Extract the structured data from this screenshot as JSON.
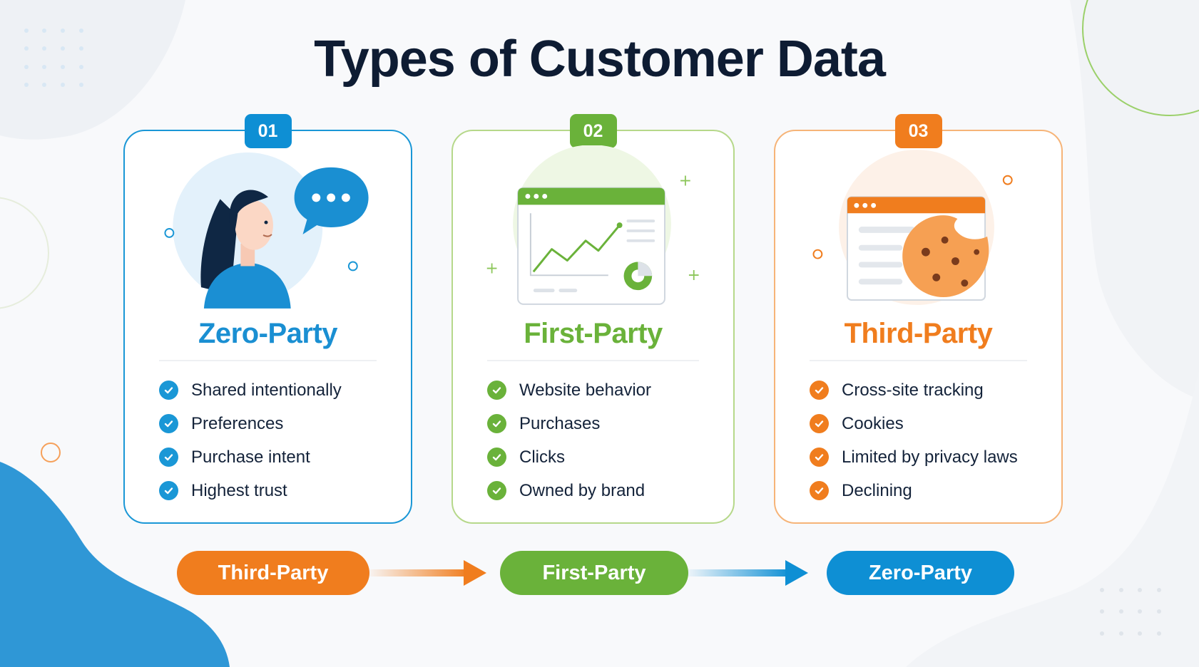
{
  "title": "Types of Customer Data",
  "colors": {
    "blue": "#0e8fd4",
    "green": "#6ab23a",
    "orange": "#f07d1e",
    "title": "#0e1c33"
  },
  "cards": [
    {
      "number": "01",
      "title": "Zero-Party",
      "illustration": "person-speech-bubble-icon",
      "features": [
        "Shared intentionally",
        "Preferences",
        "Purchase intent",
        "Highest trust"
      ]
    },
    {
      "number": "02",
      "title": "First-Party",
      "illustration": "analytics-browser-icon",
      "features": [
        "Website behavior",
        "Purchases",
        "Clicks",
        "Owned by brand"
      ]
    },
    {
      "number": "03",
      "title": "Third-Party",
      "illustration": "browser-cookie-icon",
      "features": [
        "Cross-site tracking",
        "Cookies",
        "Limited by privacy laws",
        "Declining"
      ]
    }
  ],
  "flow": [
    "Third-Party",
    "First-Party",
    "Zero-Party"
  ]
}
